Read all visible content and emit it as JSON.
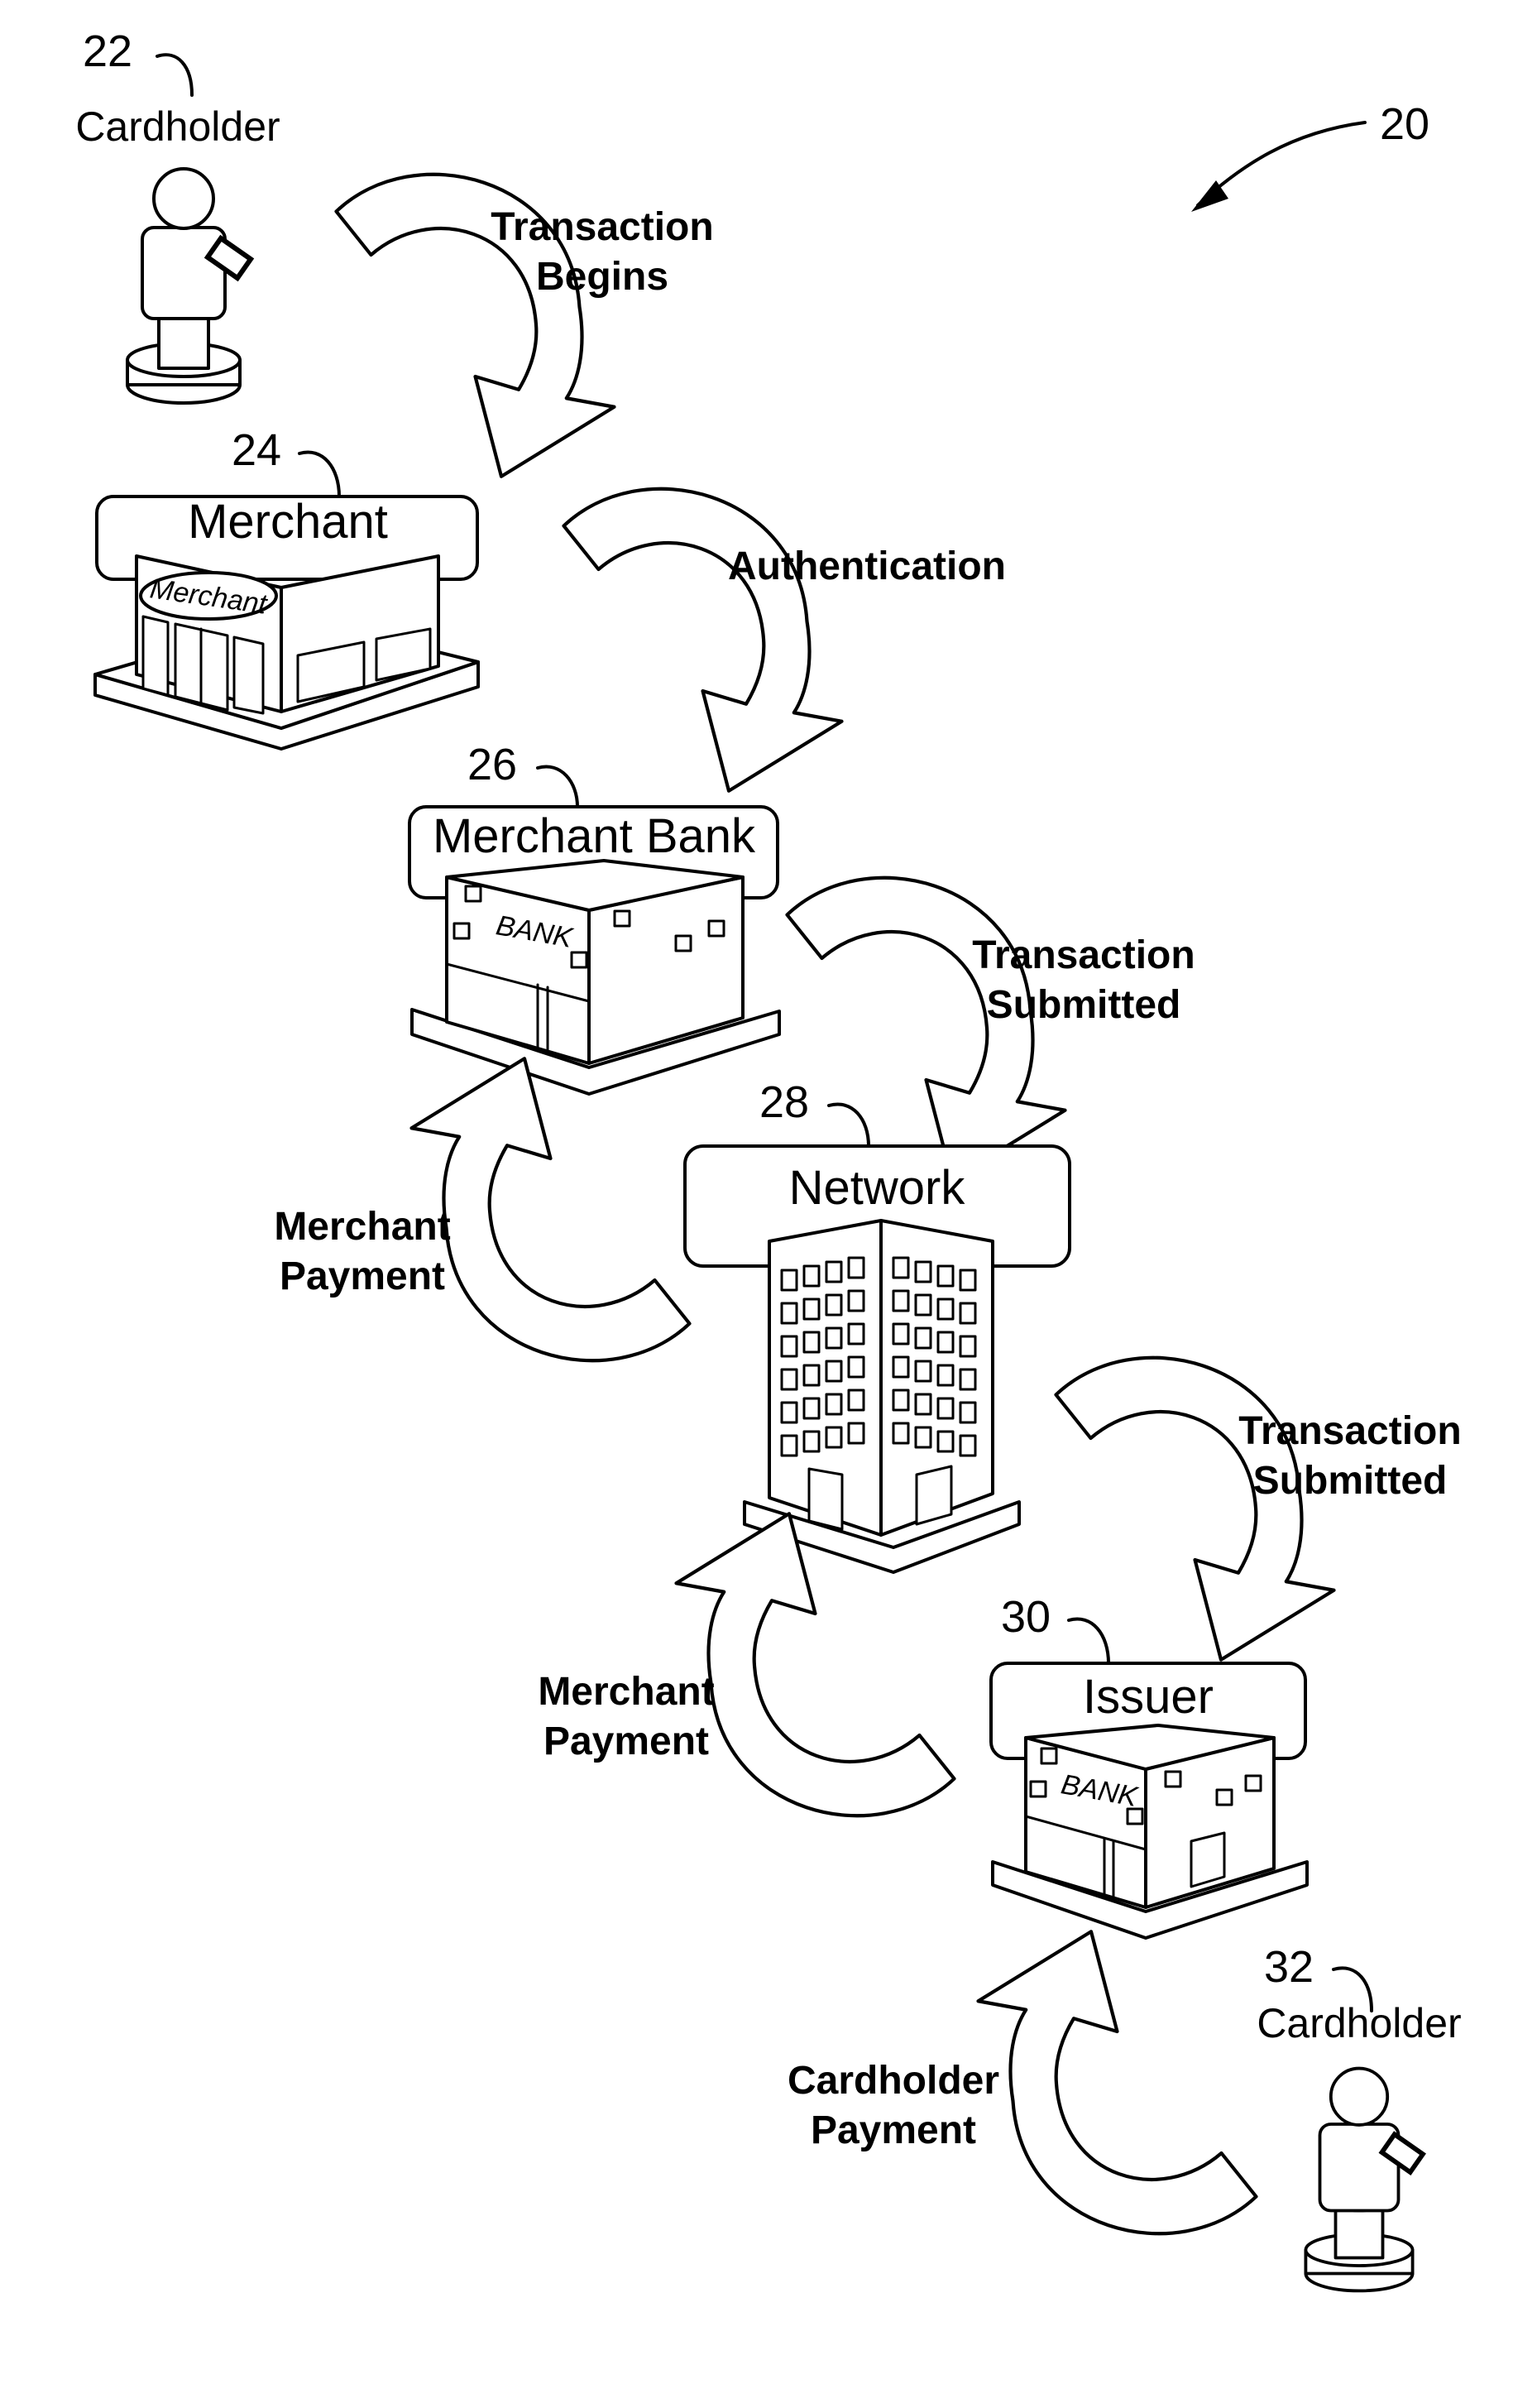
{
  "figure_ref": "20",
  "cardholder_top": {
    "ref": "22",
    "label": "Cardholder"
  },
  "merchant": {
    "ref": "24",
    "label": "Merchant",
    "sign": "Merchant"
  },
  "merchant_bank": {
    "ref": "26",
    "label": "Merchant Bank",
    "sign": "BANK"
  },
  "network": {
    "ref": "28",
    "label": "Network"
  },
  "issuer": {
    "ref": "30",
    "label": "Issuer",
    "sign": "BANK"
  },
  "cardholder_bottom": {
    "ref": "32",
    "label": "Cardholder"
  },
  "flows": {
    "transaction_begins": [
      "Transaction",
      "Begins"
    ],
    "authentication": "Authentication",
    "transaction_submitted_1": [
      "Transaction",
      "Submitted"
    ],
    "merchant_payment_1": [
      "Merchant",
      "Payment"
    ],
    "transaction_submitted_2": [
      "Transaction",
      "Submitted"
    ],
    "merchant_payment_2": [
      "Merchant",
      "Payment"
    ],
    "cardholder_payment": [
      "Cardholder",
      "Payment"
    ]
  },
  "icons": {
    "cardholder": "person-holding-card-icon",
    "merchant": "storefront-icon",
    "bank": "bank-building-icon",
    "network": "office-tower-icon",
    "arrow_clockwise": "curved-arrow-clockwise-icon",
    "arrow_counterclockwise": "curved-arrow-counterclockwise-icon"
  }
}
